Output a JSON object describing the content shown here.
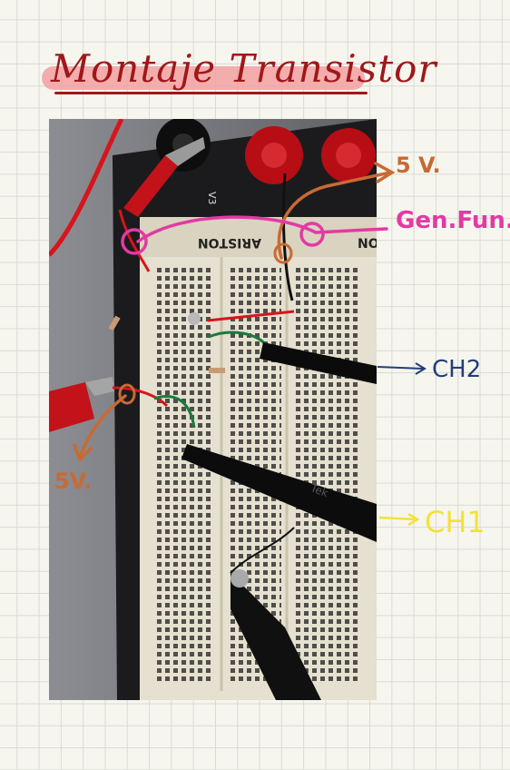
{
  "title": "Montaje Transistor",
  "photo": {
    "board_label": "ARISTON",
    "board_label_right": "NO",
    "terminal_label": "V3"
  },
  "annotations": {
    "supply_top": "5 V.",
    "function_generator": "Gen.Fun.",
    "channel_2": "CH2",
    "channel_1": "CH1",
    "supply_left": "5V."
  },
  "colors": {
    "title": "#a0171a",
    "title_highlight": "#f2a0a0",
    "supply": "#c86a34",
    "function_generator": "#e23aa4",
    "channel_2": "#243e7a",
    "channel_1": "#f2e23a"
  }
}
